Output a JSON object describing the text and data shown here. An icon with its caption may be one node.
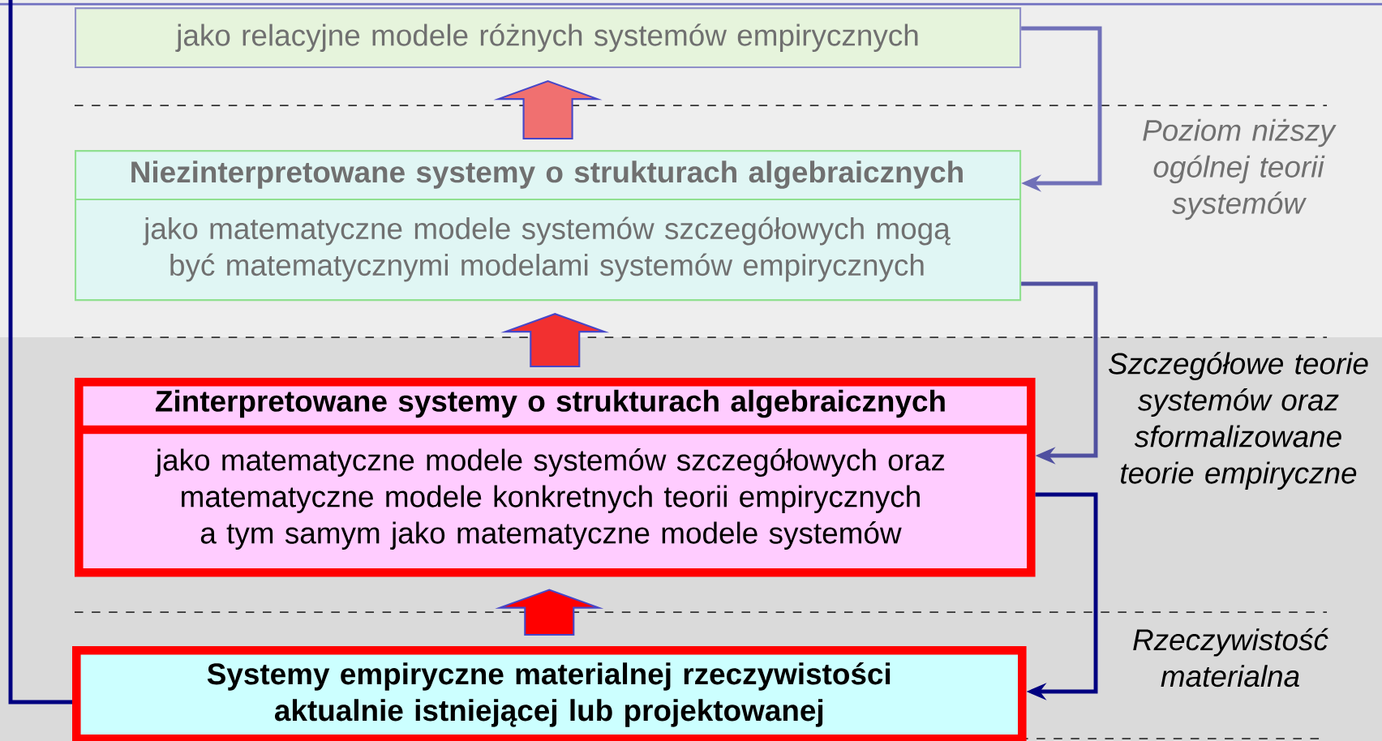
{
  "diagram": {
    "nodes": [
      {
        "text": [
          "jako relacyjne modele różnych systemów  empirycznych"
        ]
      },
      {
        "text": [
          "Niezinterpretowane systemy o strukturach algebraicznych",
          "jako matematyczne modele systemów szczegółowych mogą być matematycznymi modelami systemów empirycznych"
        ]
      },
      {
        "text": [
          "Zinterpretowane systemy o strukturach algebraicznych",
          "jako matematyczne modele systemów szczegółowych oraz matematyczne modele konkretnych teorii empirycznych a tym samym jako matematyczne modele systemów"
        ]
      },
      {
        "text": [
          "Systemy empiryczne materialnej rzeczywistości aktualnie istniejącej lub projektowanej"
        ]
      }
    ],
    "edges": [
      {
        "from": 3,
        "to": 2,
        "arrow": "to",
        "style": "thick",
        "color": "#ff0000"
      },
      {
        "from": 2,
        "to": 1,
        "arrow": "to",
        "style": "thick",
        "color": "#f23030"
      },
      {
        "from": 1,
        "to": 0,
        "arrow": "to",
        "style": "thick",
        "color": "#f07070"
      },
      {
        "from": 0,
        "to": 1,
        "arrow": "to",
        "color": "#7070b8"
      },
      {
        "from": 1,
        "to": 2,
        "arrow": "to",
        "color": "#5050a0"
      },
      {
        "from": 2,
        "to": 3,
        "arrow": "to",
        "color": "#000080"
      },
      {
        "from": 3,
        "to": null,
        "arrow": "none",
        "color": "#000080"
      }
    ],
    "labels": [
      "Poziom niższy ogólnej teorii systemów",
      "Szczegółowe teorie systemów oraz sformalizowane teorie empiryczne",
      "Rzeczywistość materialna"
    ]
  }
}
